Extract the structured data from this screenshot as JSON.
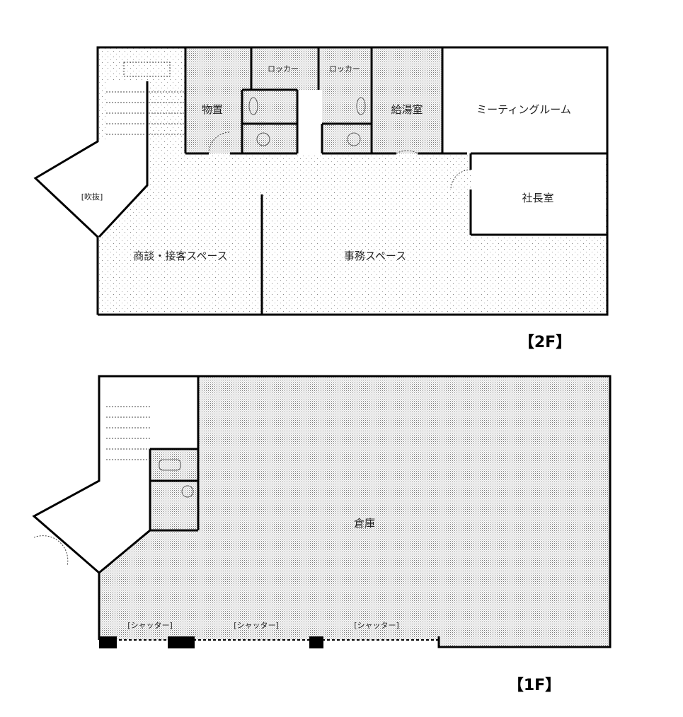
{
  "floor_2f": {
    "title": "【2F】",
    "rooms": {
      "storage": "物置",
      "locker_1": "ロッカー",
      "locker_2": "ロッカー",
      "kitchenette": "給湯室",
      "meeting_room": "ミーティングルーム",
      "president_office": "社長室",
      "reception_space": "商談・接客スペース",
      "office_space": "事務スペース",
      "atrium": "[吹抜]"
    }
  },
  "floor_1f": {
    "title": "【1F】",
    "rooms": {
      "warehouse": "倉庫"
    },
    "shutters": [
      "[シャッター]",
      "[シャッター]",
      "[シャッター]"
    ]
  },
  "colors": {
    "wall": "#000000",
    "fill_dots": "#9a9a9a"
  }
}
